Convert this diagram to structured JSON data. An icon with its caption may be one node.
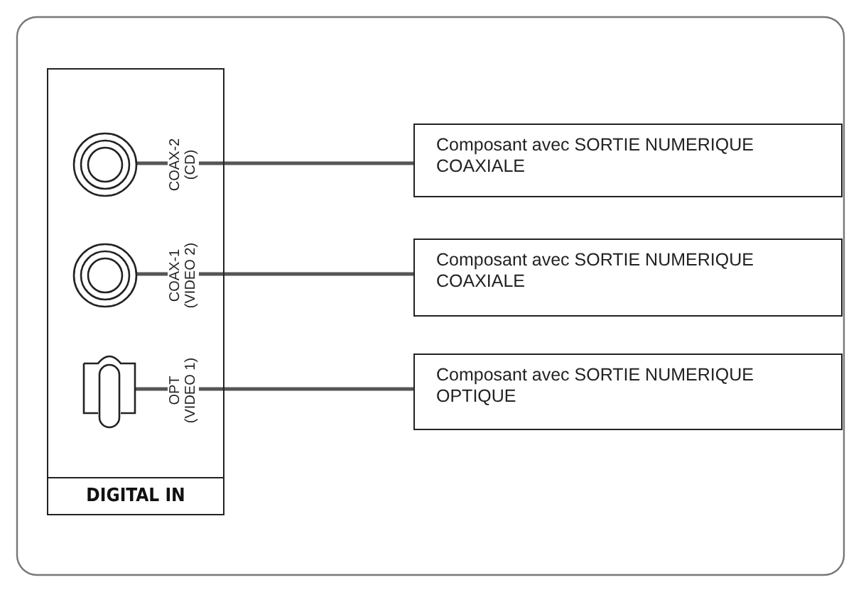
{
  "diagram": {
    "nodes": [
      {
        "text": [
          "DIGITAL IN"
        ]
      },
      {
        "text": [],
        "shape": "circle",
        "in": 0,
        "beside": [
          "COAX-2",
          "(CD)"
        ]
      },
      {
        "text": [],
        "shape": "circle",
        "in": 0,
        "beside": [
          "COAX-1",
          "(VIDEO 2)"
        ]
      },
      {
        "text": [],
        "shape": "box",
        "in": 0,
        "beside": [
          "OPT",
          "(VIDEO 1)"
        ]
      },
      {
        "text": [
          "Composant avec SORTIE NUMERIQUE COAXIALE"
        ]
      },
      {
        "text": [
          "Composant avec SORTIE NUMERIQUE COAXIALE"
        ]
      },
      {
        "text": [
          "Composant avec SORTIE NUMERIQUE OPTIQUE"
        ]
      }
    ],
    "edges": [
      {
        "from": 1,
        "to": 4,
        "arrow": "none"
      },
      {
        "from": 2,
        "to": 5,
        "arrow": "none"
      },
      {
        "from": 3,
        "to": 6,
        "arrow": "none"
      }
    ]
  }
}
